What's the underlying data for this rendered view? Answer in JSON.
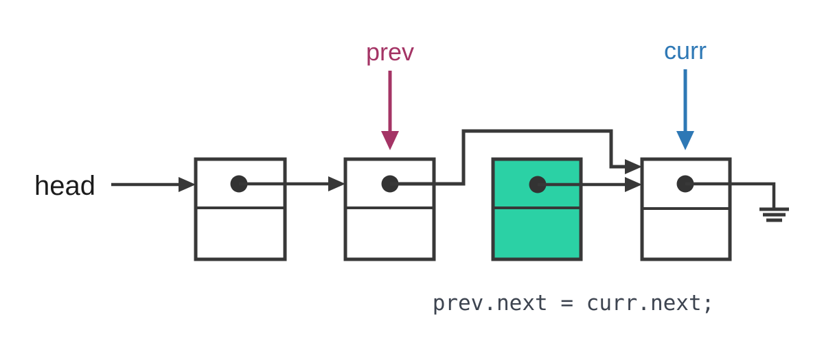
{
  "diagram": {
    "description": "Singly linked list node deletion diagram: prev pointer node is re-linked past a removed (highlighted) node to the curr node, which points to null (ground symbol).",
    "labels": {
      "head": "head",
      "prev": "prev",
      "curr": "curr"
    },
    "code_caption": "prev.next = curr.next;",
    "colors": {
      "line_stroke": "#383838",
      "dot_fill": "#333333",
      "node_fill": "#ffffff",
      "deleted_node_fill": "#2bd1a5",
      "prev_accent": "#a43465",
      "curr_accent": "#2e78b5",
      "code_text": "#3d4450",
      "background": "#ffffff"
    },
    "nodes": [
      {
        "id": "node-1",
        "role": "first node after head",
        "highlighted": false,
        "fields": [
          "next-pointer",
          "value"
        ]
      },
      {
        "id": "node-2",
        "role": "node referenced by prev",
        "highlighted": false,
        "fields": [
          "next-pointer",
          "value"
        ]
      },
      {
        "id": "node-3",
        "role": "node being deleted (bypassed)",
        "highlighted": true,
        "fields": [
          "next-pointer",
          "value"
        ]
      },
      {
        "id": "node-4",
        "role": "node referenced by curr, points to null",
        "highlighted": false,
        "fields": [
          "next-pointer",
          "value"
        ]
      }
    ],
    "icons": {
      "down_arrow_prev": "prev pointer down-arrow",
      "down_arrow_curr": "curr pointer down-arrow",
      "ground": "electrical-ground style null terminator (three shrinking bars)"
    }
  }
}
